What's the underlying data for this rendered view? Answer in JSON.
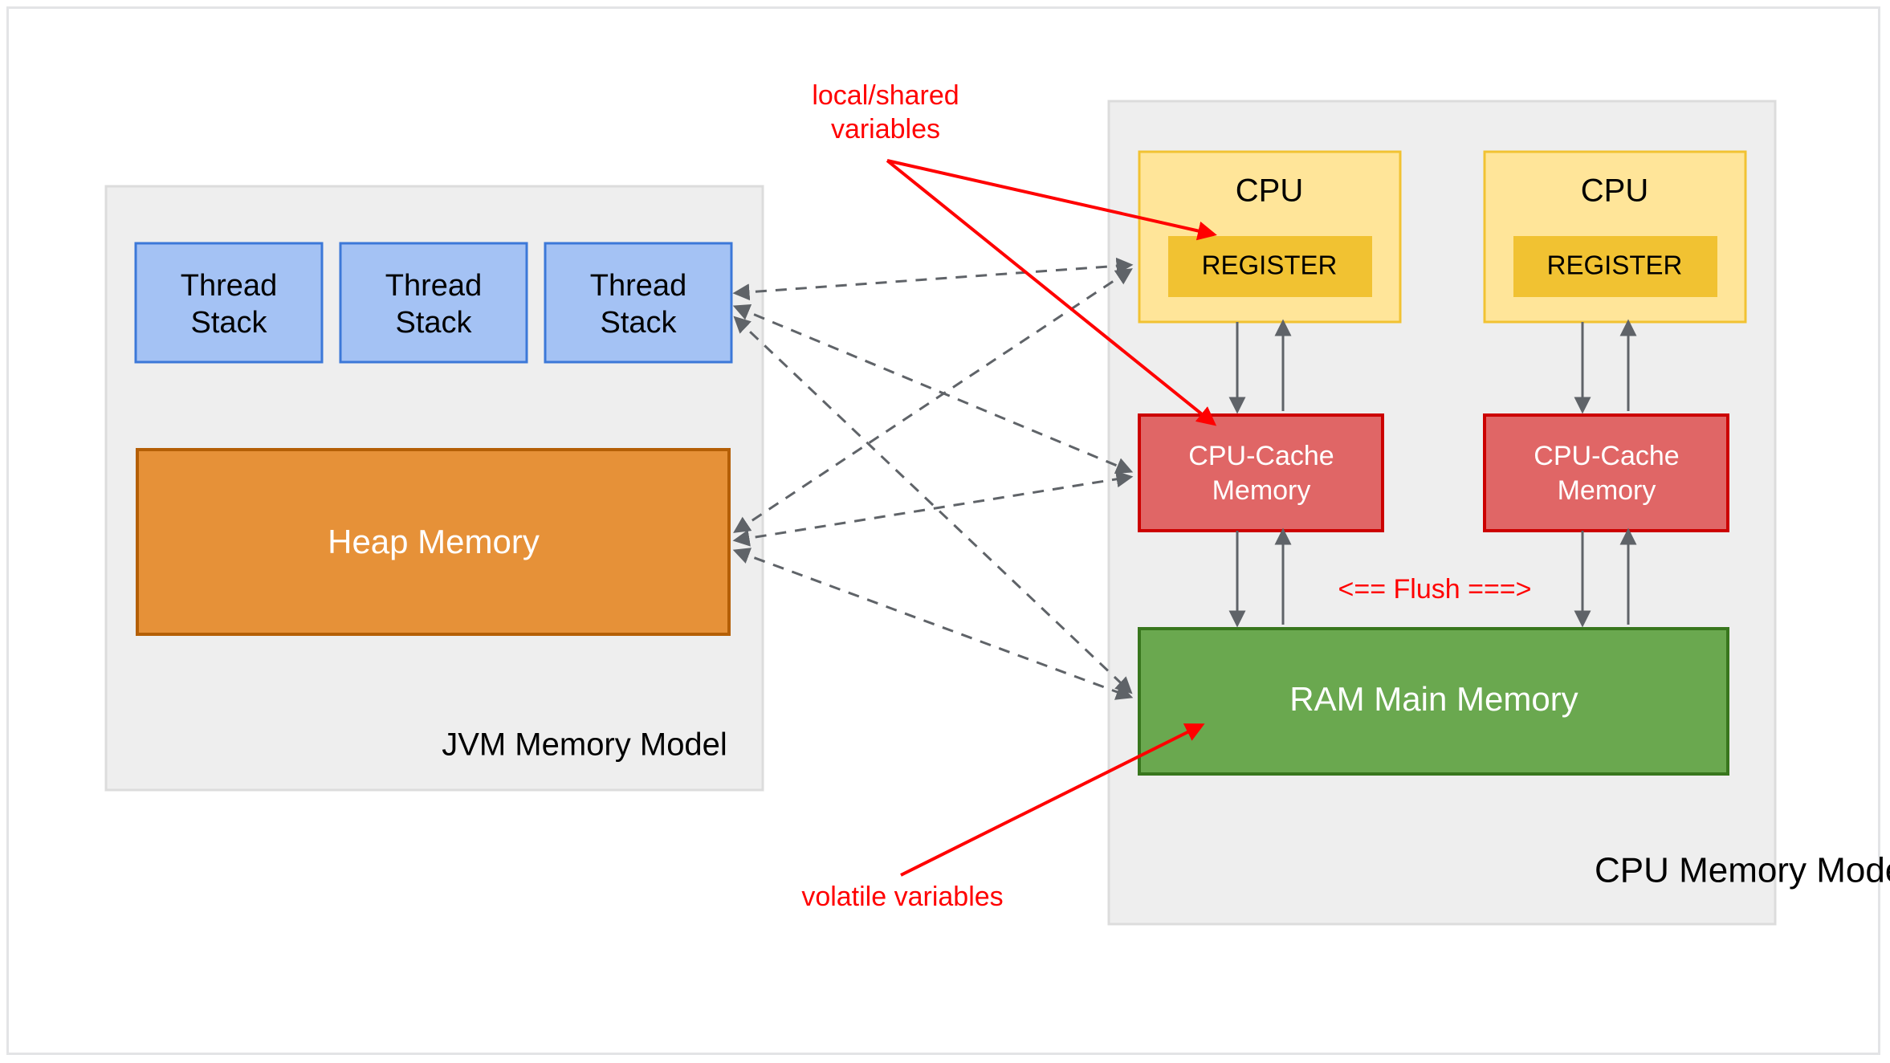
{
  "diagram": {
    "title_hidden": "",
    "colors": {
      "container_fill": "#eeeeee",
      "container_border": "#dddddd",
      "thread_stack_fill": "#a4c2f4",
      "thread_stack_border": "#3c78d8",
      "heap_fill": "#e69138",
      "heap_border": "#b45f06",
      "cpu_fill": "#ffe599",
      "cpu_border": "#f1c232",
      "register_fill": "#f1c232",
      "register_border": "#f1c232",
      "cache_fill": "#e06666",
      "cache_border": "#cc0000",
      "ram_fill": "#6aa84f",
      "ram_border": "#38761d",
      "annotation_red": "#ff0000",
      "arrow_gray": "#5f6368",
      "text_dark": "#000000",
      "text_light": "#ffffff"
    },
    "jvm_panel": {
      "label": "JVM Memory Model",
      "thread_stacks": [
        {
          "line1": "Thread",
          "line2": "Stack"
        },
        {
          "line1": "Thread",
          "line2": "Stack"
        },
        {
          "line1": "Thread",
          "line2": "Stack"
        }
      ],
      "heap": {
        "label": "Heap Memory"
      }
    },
    "cpu_panel": {
      "label": "CPU Memory Model",
      "cpus": [
        {
          "title": "CPU",
          "register": "REGISTER",
          "cache_line1": "CPU-Cache",
          "cache_line2": "Memory"
        },
        {
          "title": "CPU",
          "register": "REGISTER",
          "cache_line1": "CPU-Cache",
          "cache_line2": "Memory"
        }
      ],
      "ram": {
        "label": "RAM Main Memory"
      },
      "flush_label": "<== Flush ===>"
    },
    "annotations": {
      "local_shared_line1": "local/shared",
      "local_shared_line2": "variables",
      "volatile": "volatile variables"
    }
  }
}
